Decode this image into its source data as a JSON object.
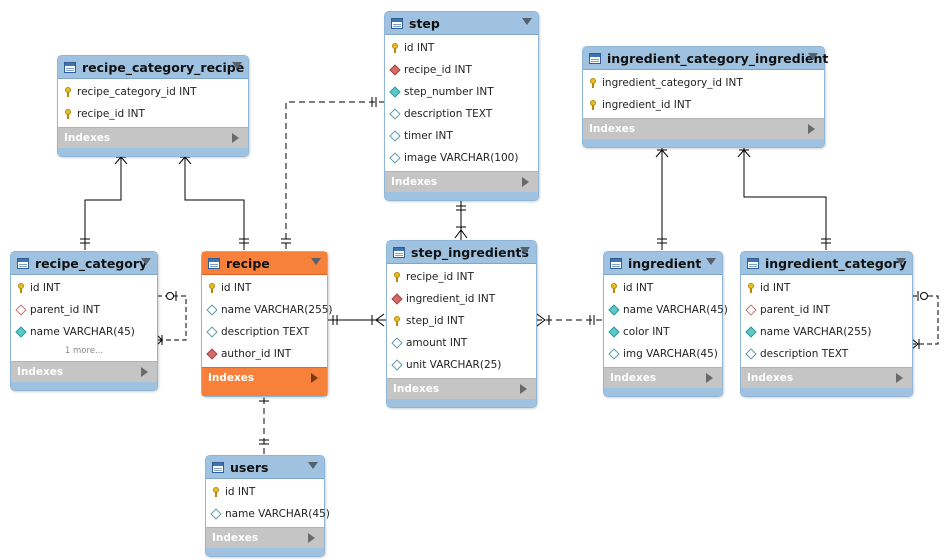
{
  "diagram": {
    "indexes_label": "Indexes",
    "tables": {
      "recipe_category_recipe": {
        "name": "recipe_category_recipe",
        "columns": [
          {
            "icon": "key",
            "text": "recipe_category_id INT"
          },
          {
            "icon": "key",
            "text": "recipe_id INT"
          }
        ]
      },
      "step": {
        "name": "step",
        "columns": [
          {
            "icon": "key",
            "text": "id INT"
          },
          {
            "icon": "fk",
            "text": "recipe_id INT"
          },
          {
            "icon": "nn",
            "text": "step_number INT"
          },
          {
            "icon": "op",
            "text": "description TEXT"
          },
          {
            "icon": "op",
            "text": "timer INT"
          },
          {
            "icon": "op",
            "text": "image VARCHAR(100)"
          }
        ]
      },
      "ingredient_category_ingredient": {
        "name": "ingredient_category_ingredient",
        "columns": [
          {
            "icon": "key",
            "text": "ingredient_category_id INT"
          },
          {
            "icon": "key",
            "text": "ingredient_id INT"
          }
        ]
      },
      "recipe_category": {
        "name": "recipe_category",
        "columns": [
          {
            "icon": "key",
            "text": "id INT"
          },
          {
            "icon": "opr",
            "text": "parent_id INT"
          },
          {
            "icon": "nn",
            "text": "name VARCHAR(45)"
          }
        ],
        "more": "1 more..."
      },
      "recipe": {
        "name": "recipe",
        "columns": [
          {
            "icon": "key",
            "text": "id INT"
          },
          {
            "icon": "op",
            "text": "name VARCHAR(255)"
          },
          {
            "icon": "op",
            "text": "description TEXT"
          },
          {
            "icon": "fk",
            "text": "author_id INT"
          }
        ]
      },
      "step_ingredients": {
        "name": "step_ingredients",
        "columns": [
          {
            "icon": "key",
            "text": "recipe_id INT"
          },
          {
            "icon": "fk",
            "text": "ingredient_id INT"
          },
          {
            "icon": "key",
            "text": "step_id INT"
          },
          {
            "icon": "op",
            "text": "amount INT"
          },
          {
            "icon": "op",
            "text": "unit VARCHAR(25)"
          }
        ]
      },
      "ingredient": {
        "name": "ingredient",
        "columns": [
          {
            "icon": "key",
            "text": "id INT"
          },
          {
            "icon": "nn",
            "text": "name VARCHAR(45)"
          },
          {
            "icon": "nn",
            "text": "color INT"
          },
          {
            "icon": "op",
            "text": "img VARCHAR(45)"
          }
        ]
      },
      "ingredient_category": {
        "name": "ingredient_category",
        "columns": [
          {
            "icon": "key",
            "text": "id INT"
          },
          {
            "icon": "opr",
            "text": "parent_id INT"
          },
          {
            "icon": "nn",
            "text": "name VARCHAR(255)"
          },
          {
            "icon": "op",
            "text": "description TEXT"
          }
        ]
      },
      "users": {
        "name": "users",
        "columns": [
          {
            "icon": "key",
            "text": "id INT"
          },
          {
            "icon": "op",
            "text": "name VARCHAR(45)"
          }
        ]
      }
    }
  },
  "colors": {
    "header": "#9ec2e0",
    "highlight_header": "#f7803a",
    "indexes_bar": "#c5c5c5",
    "line": "#000000"
  }
}
